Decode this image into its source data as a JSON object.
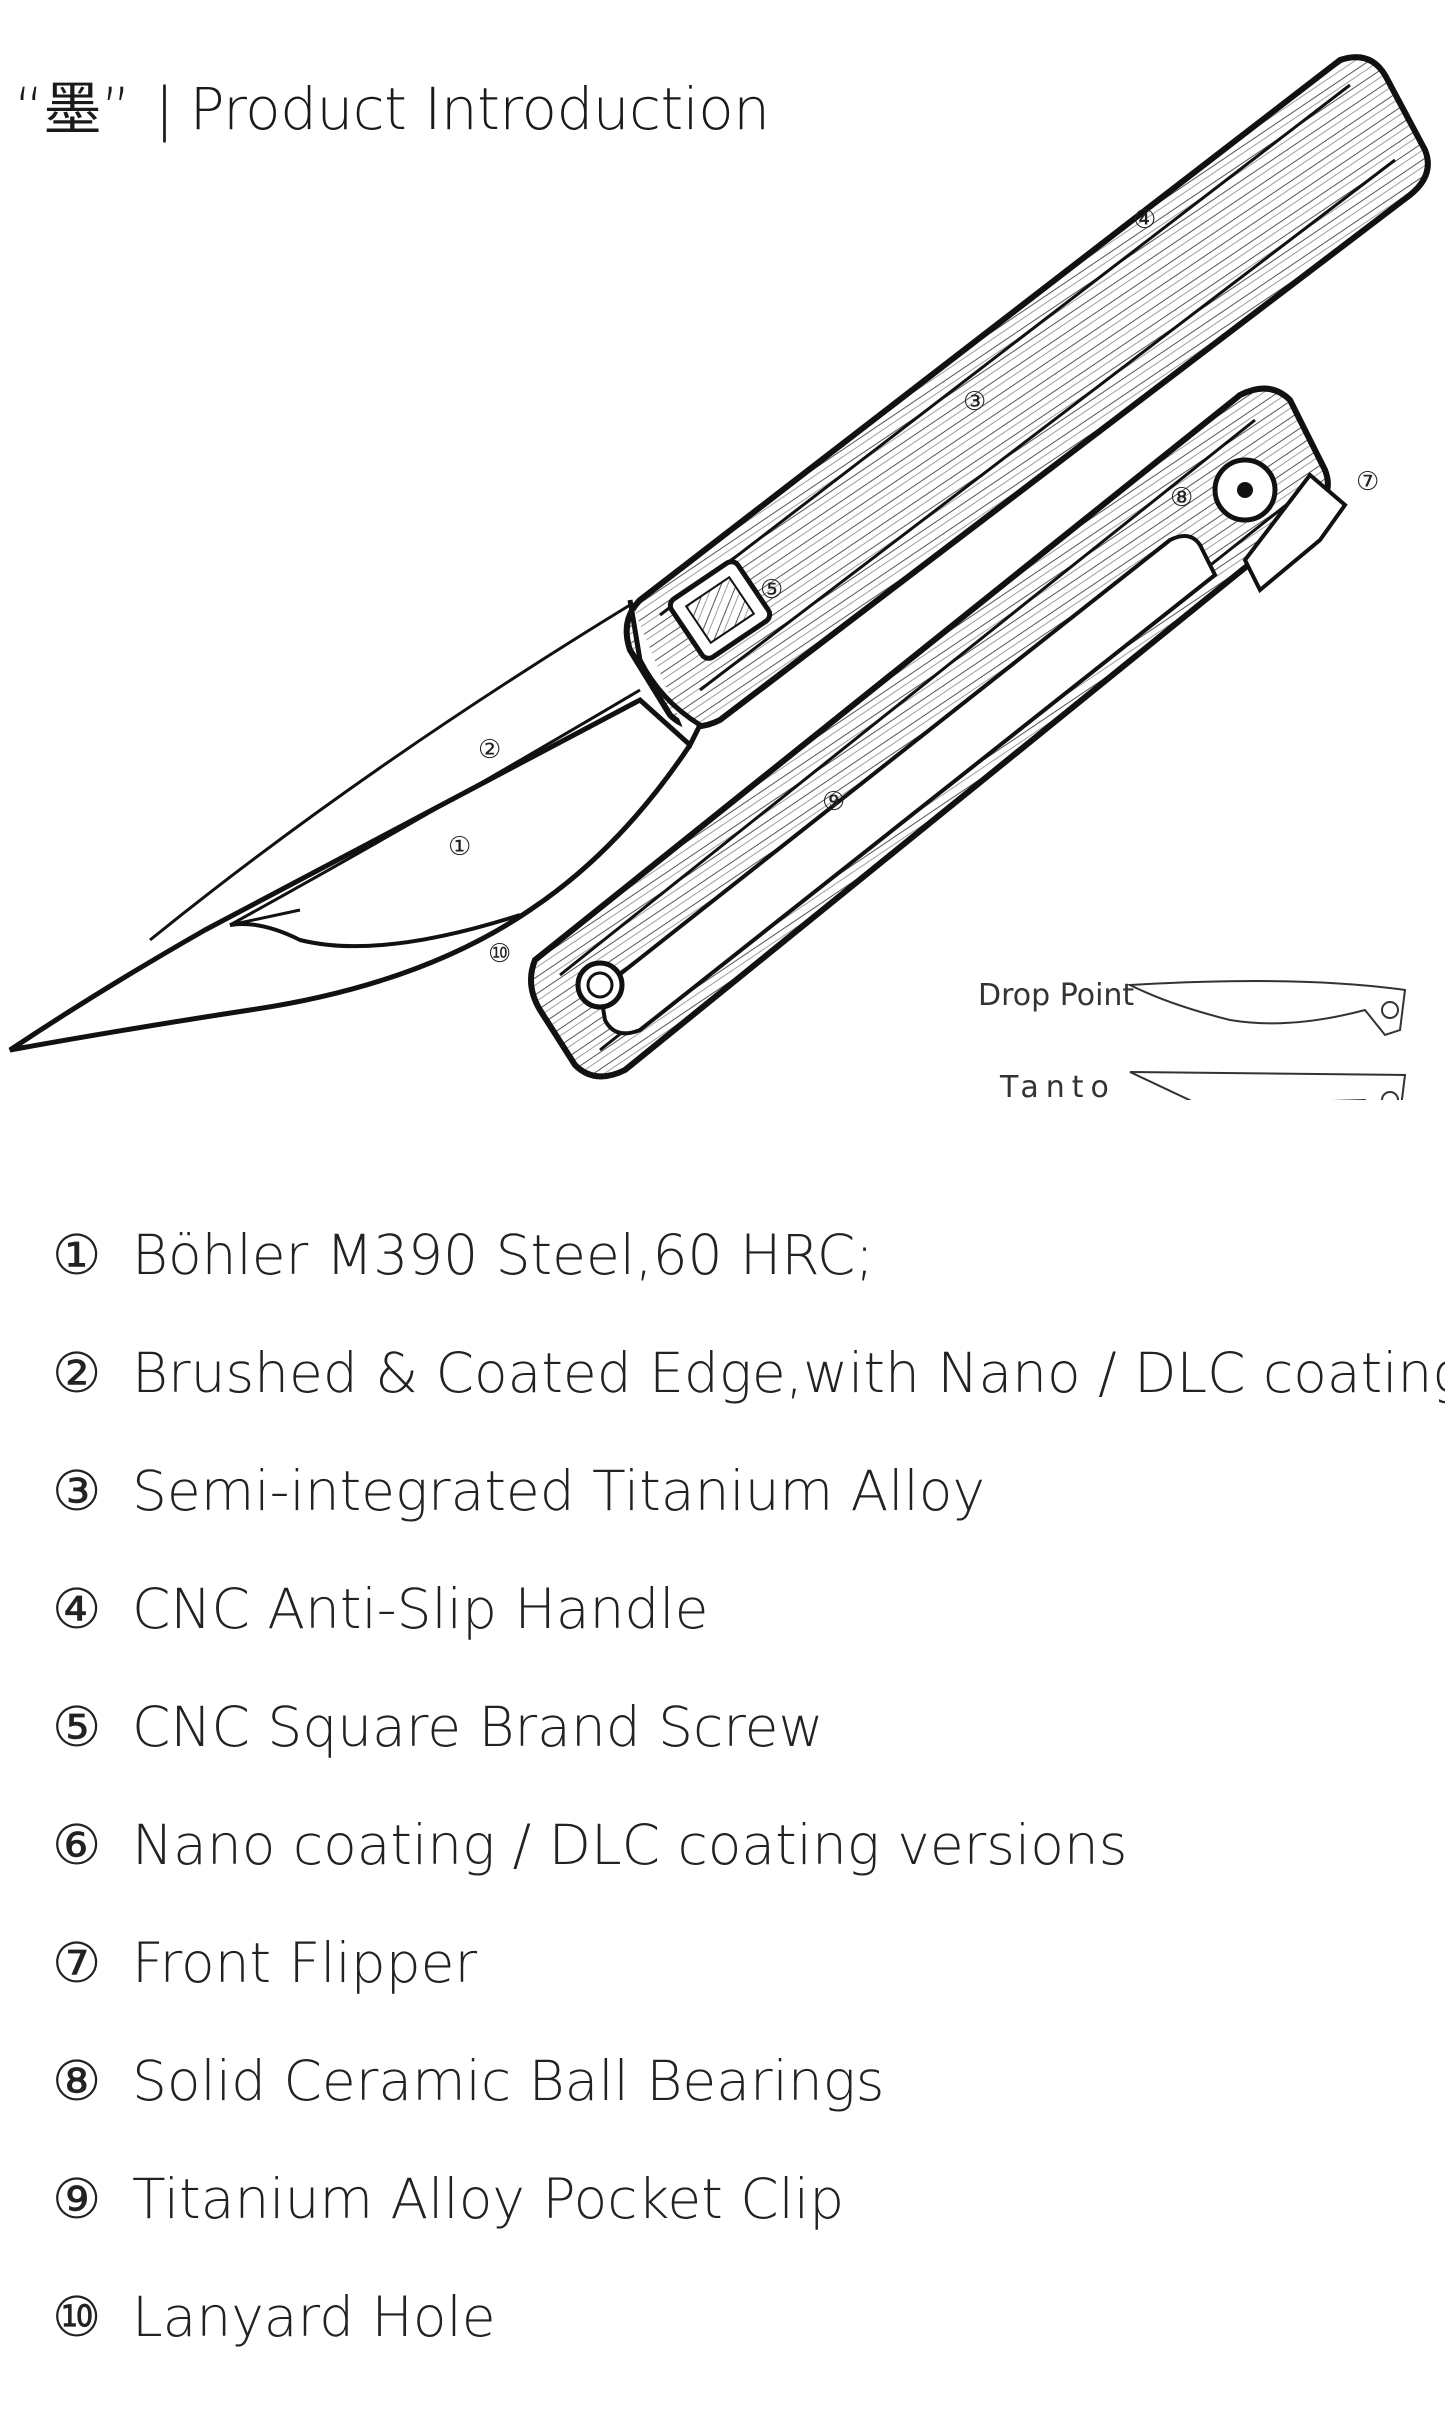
{
  "header": {
    "mark": "“墨”",
    "separator": "|",
    "title": "Product Introduction"
  },
  "callouts": [
    "①",
    "②",
    "③",
    "④",
    "⑤",
    "⑦",
    "⑧",
    "⑨",
    "⑩"
  ],
  "variants": {
    "drop_point": "Drop Point",
    "tanto": "Tanto"
  },
  "features": [
    {
      "num": "①",
      "text": "Böhler M390 Steel,60 HRC;"
    },
    {
      "num": "②",
      "text": "Brushed & Coated Edge,with Nano / DLC coating"
    },
    {
      "num": "③",
      "text": "Semi-integrated Titanium Alloy"
    },
    {
      "num": "④",
      "text": "CNC Anti-Slip Handle"
    },
    {
      "num": "⑤",
      "text": "CNC Square Brand Screw"
    },
    {
      "num": "⑥",
      "text": "Nano coating / DLC coating versions"
    },
    {
      "num": "⑦",
      "text": "Front Flipper"
    },
    {
      "num": "⑧",
      "text": "Solid Ceramic Ball Bearings"
    },
    {
      "num": "⑨",
      "text": "Titanium Alloy Pocket Clip"
    },
    {
      "num": "⑩",
      "text": "Lanyard Hole"
    }
  ]
}
